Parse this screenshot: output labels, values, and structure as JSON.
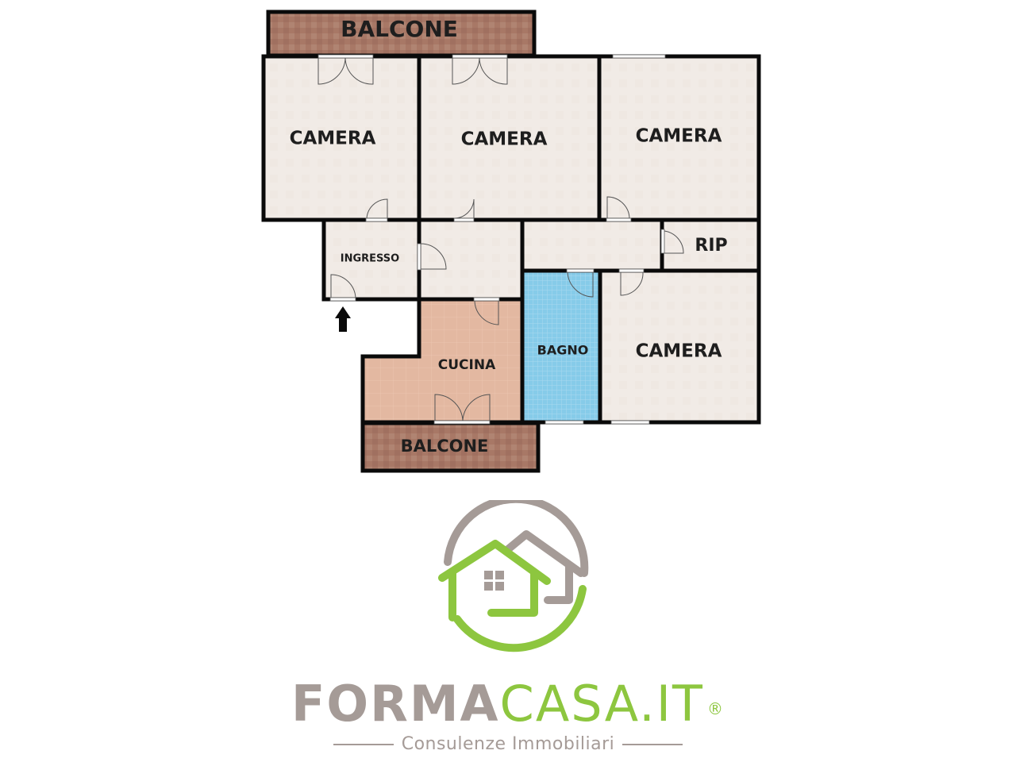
{
  "floor_plan": {
    "colors": {
      "wall": "#0a0a0a",
      "room_floor": "#f1ebe6",
      "balcony_floor": "#a87866",
      "kitchen_floor": "#e3b8a1",
      "bathroom_floor": "#7ec6e6",
      "door_swing": "#555555"
    },
    "rooms": [
      {
        "id": "balcone-top",
        "label": "BALCONE"
      },
      {
        "id": "camera-1",
        "label": "CAMERA"
      },
      {
        "id": "camera-2",
        "label": "CAMERA"
      },
      {
        "id": "camera-3",
        "label": "CAMERA"
      },
      {
        "id": "ingresso",
        "label": "INGRESSO"
      },
      {
        "id": "rip",
        "label": "RIP"
      },
      {
        "id": "cucina",
        "label": "CUCINA"
      },
      {
        "id": "bagno",
        "label": "BAGNO"
      },
      {
        "id": "camera-4",
        "label": "CAMERA"
      },
      {
        "id": "balcone-bottom",
        "label": "BALCONE"
      }
    ],
    "entrance_marker": "arrow-up"
  },
  "brand": {
    "name_part1": "FORMA",
    "name_part2": "CASA.IT",
    "registered": "®",
    "tagline": "Consulenze Immobiliari",
    "colors": {
      "grey": "#a59b97",
      "green": "#8dc63f"
    }
  }
}
